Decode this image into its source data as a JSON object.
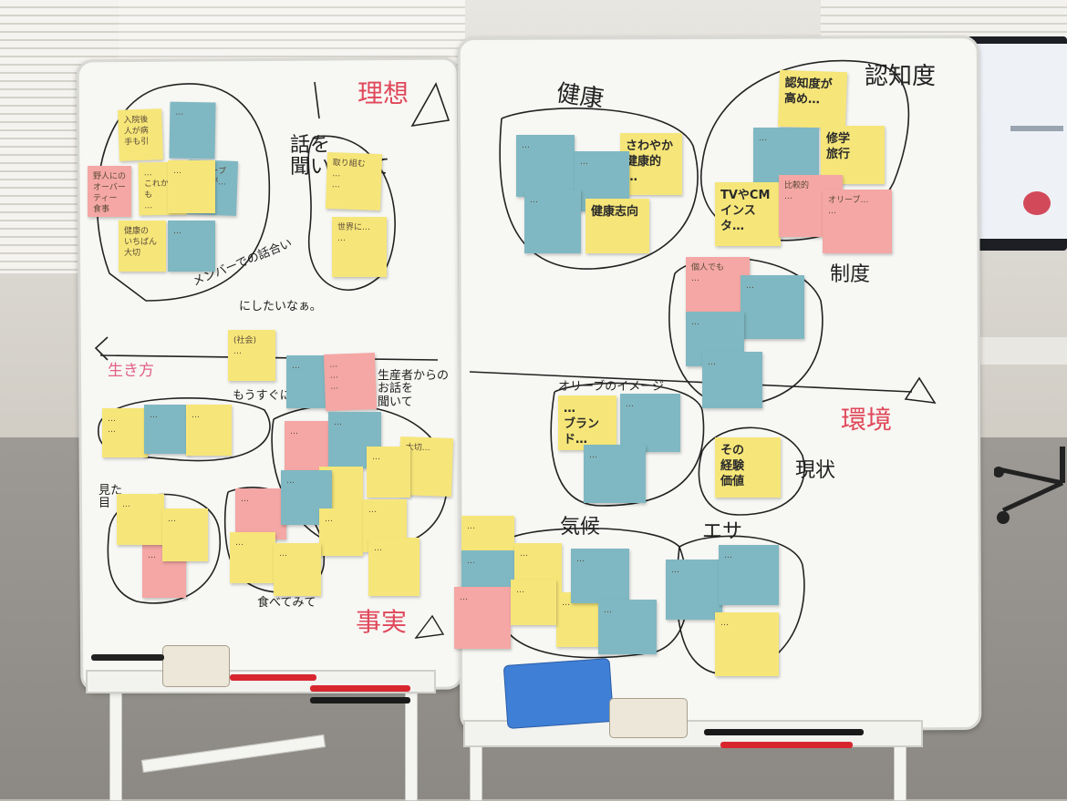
{
  "board_left": {
    "labels": {
      "ideal": "理想",
      "listening": "話を\n聞いてみて",
      "member_talk": "メンバーでの話合い",
      "want": "にしたいなぁ。",
      "ikikata": "生き方",
      "producer": "生産者からの\nお話を\n聞いて",
      "mousugu": "もうすぐに…",
      "appearance": "見た\n目",
      "eating": "食べてみて",
      "fact": "事実"
    },
    "notes": [
      {
        "text": "入院後\n人が病\n手も引",
        "color": "y"
      },
      {
        "text": "…",
        "color": "b"
      },
      {
        "text": "野人にの\nオーバーティー\n食事",
        "color": "p"
      },
      {
        "text": "…\nこれからも\n…",
        "color": "y"
      },
      {
        "text": "オリーブ\n仕事が…\n…",
        "color": "b"
      },
      {
        "text": "健康の\nいちばん\n大切",
        "color": "y"
      },
      {
        "text": "…",
        "color": "b"
      },
      {
        "text": "取り組む\n…\n…",
        "color": "y"
      },
      {
        "text": "世界に…\n…",
        "color": "y"
      },
      {
        "text": "(社会)\n…",
        "color": "y"
      },
      {
        "text": "…",
        "color": "b"
      },
      {
        "text": "…\n…\n…",
        "color": "p"
      },
      {
        "text": "…\n…",
        "color": "y"
      },
      {
        "text": "…",
        "color": "b"
      },
      {
        "text": "…",
        "color": "y"
      },
      {
        "text": "…",
        "color": "p"
      },
      {
        "text": "…",
        "color": "b"
      },
      {
        "text": "大切…",
        "color": "y"
      },
      {
        "text": "…",
        "color": "y"
      },
      {
        "text": "…",
        "color": "y"
      },
      {
        "text": "…",
        "color": "p"
      },
      {
        "text": "…",
        "color": "b"
      },
      {
        "text": "…",
        "color": "y"
      },
      {
        "text": "…",
        "color": "y"
      },
      {
        "text": "…",
        "color": "y"
      },
      {
        "text": "…",
        "color": "y"
      },
      {
        "text": "…",
        "color": "p"
      },
      {
        "text": "…",
        "color": "y"
      },
      {
        "text": "…",
        "color": "y"
      },
      {
        "text": "…",
        "color": "y"
      },
      {
        "text": "…",
        "color": "y"
      }
    ]
  },
  "board_right": {
    "labels": {
      "health": "健康",
      "recognition": "認知度",
      "system": "制度",
      "olive_image": "オリーブのイメージ",
      "environment": "環境",
      "current": "現状",
      "climate": "気候",
      "esa": "エサ"
    },
    "notes": [
      {
        "text": "認知度が\n高め…",
        "color": "y"
      },
      {
        "text": "…",
        "color": "b"
      },
      {
        "text": "さわやか\n健康的\n…",
        "color": "y"
      },
      {
        "text": "…",
        "color": "b"
      },
      {
        "text": "…",
        "color": "b"
      },
      {
        "text": "健康志向",
        "color": "y"
      },
      {
        "text": "…",
        "color": "b"
      },
      {
        "text": "修学\n旅行",
        "color": "y"
      },
      {
        "text": "TVやCM\nインスタ…",
        "color": "y"
      },
      {
        "text": "比較的\n…",
        "color": "p"
      },
      {
        "text": "オリーブ…\n…",
        "color": "p"
      },
      {
        "text": "個人でも\n…",
        "color": "p"
      },
      {
        "text": "…",
        "color": "b"
      },
      {
        "text": "…",
        "color": "b"
      },
      {
        "text": "…",
        "color": "b"
      },
      {
        "text": "…\nブランド…",
        "color": "y"
      },
      {
        "text": "…",
        "color": "b"
      },
      {
        "text": "…",
        "color": "b"
      },
      {
        "text": "その\n経験\n価値",
        "color": "y"
      },
      {
        "text": "…",
        "color": "y"
      },
      {
        "text": "…",
        "color": "b"
      },
      {
        "text": "…",
        "color": "y"
      },
      {
        "text": "…",
        "color": "p"
      },
      {
        "text": "…",
        "color": "y"
      },
      {
        "text": "…",
        "color": "b"
      },
      {
        "text": "…",
        "color": "y"
      },
      {
        "text": "…",
        "color": "b"
      },
      {
        "text": "…",
        "color": "b"
      },
      {
        "text": "…",
        "color": "b"
      },
      {
        "text": "…",
        "color": "y"
      }
    ]
  }
}
